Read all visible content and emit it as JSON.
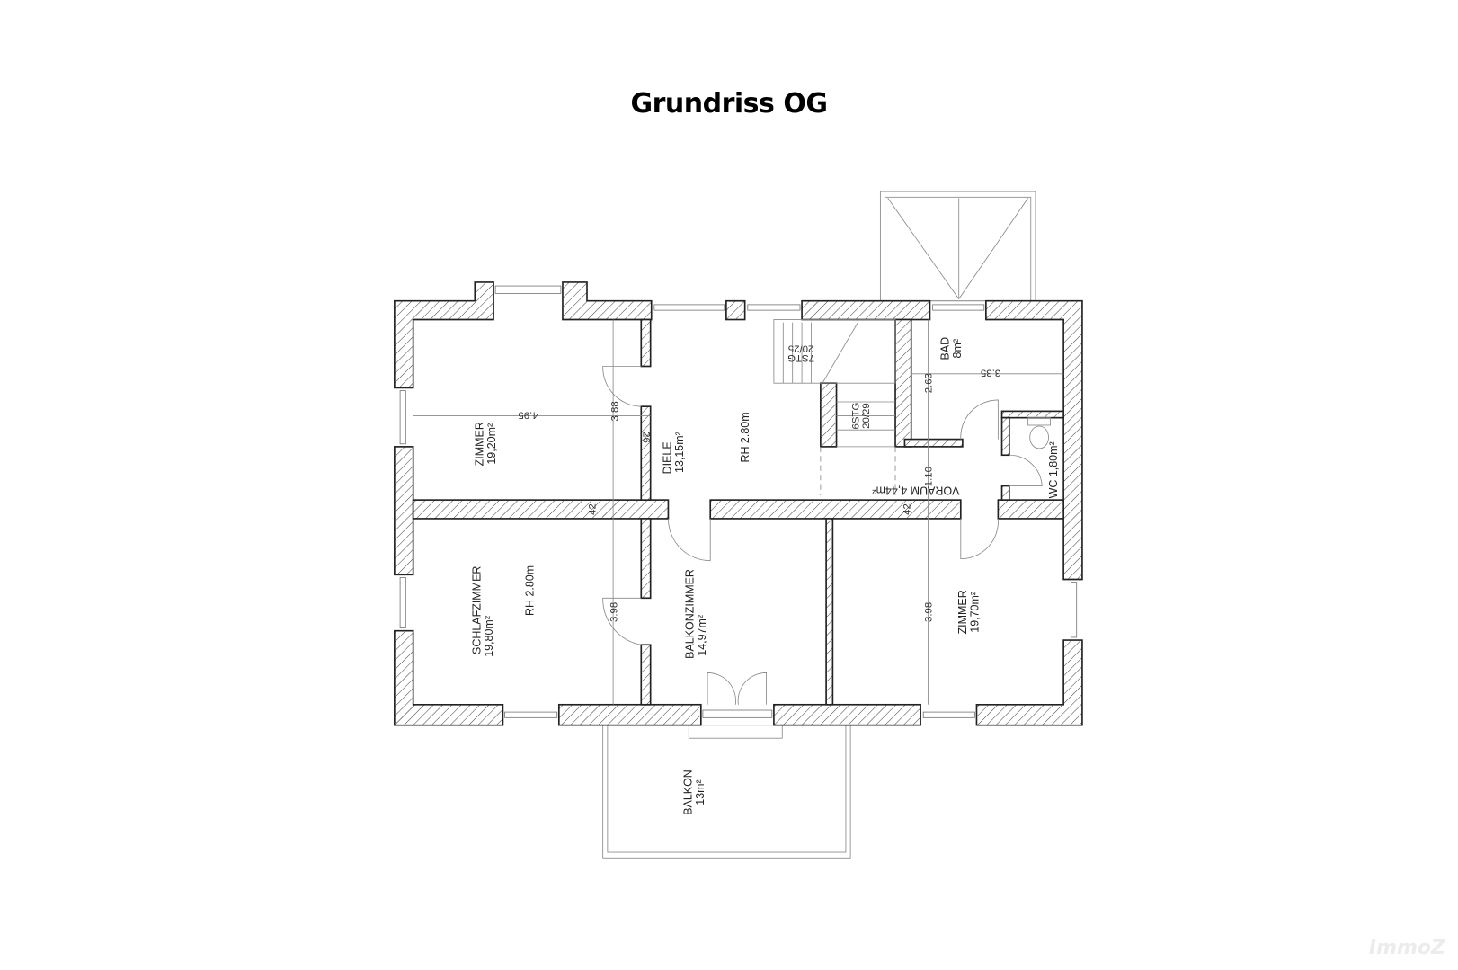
{
  "title": "Grundriss OG",
  "watermark": "ImmoZ",
  "rooms": {
    "zimmer_nw": {
      "name": "ZIMMER",
      "area": "19,20m²"
    },
    "diele": {
      "name": "DIELE",
      "area": "13,15m²"
    },
    "diele_height": "RH 2.80m",
    "stair_upper": {
      "steps": "7STG",
      "ratio": "20/25"
    },
    "stair_lower": {
      "steps": "6STG",
      "ratio": "20/29"
    },
    "bad": {
      "name": "BAD",
      "area": "8m²"
    },
    "vorraum": "VORAUM 4,44m²",
    "wc": "WC 1,80m²",
    "schlafzimmer": {
      "name": "SCHLAFZIMMER",
      "area": "19,80m²"
    },
    "schlafzimmer_height": "RH 2.80m",
    "balkonzimmer": {
      "name": "BALKONZIMMER",
      "area": "14,97m²"
    },
    "zimmer_se": {
      "name": "ZIMMER",
      "area": "19,70m²"
    },
    "balkon": {
      "name": "BALKON",
      "area": "13m²"
    }
  },
  "dimensions": {
    "zimmer_width": "4.95",
    "zimmer_depth": "3.88",
    "wall_small": "26",
    "wall_left": "42",
    "wall_right": "42",
    "bad_depth": "2.63",
    "bad_width": "3.35",
    "vorraum_depth": "1.10",
    "schlafzimmer_depth": "3.98",
    "zimmer_se_depth": "3.98"
  }
}
